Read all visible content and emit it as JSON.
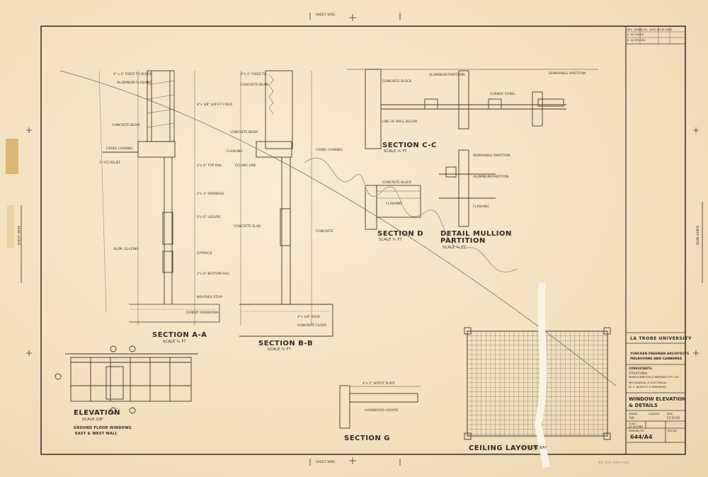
{
  "drawing": {
    "title_left": "SECTION A-A",
    "title_left_scale": "SCALE ¾ FT",
    "title_bb": "SECTION B-B",
    "title_bb_scale": "SCALE ¾ FT",
    "title_cc": "SECTION C-C",
    "title_cc_scale": "SCALE ¾ FT",
    "title_d": "SECTION D",
    "title_d_scale": "SCALE ¾ FT",
    "title_mullion_1": "DETAIL MULLION",
    "title_mullion_2": "PARTITION",
    "title_mullion_scale": "SCALE ¾ FT",
    "title_elev": "ELEVATION",
    "title_elev_scale": "SCALE 1/8\"",
    "elev_sub1": "GROUND FLOOR WINDOWS",
    "elev_sub2": "EAST & WEST WALL",
    "title_g": "SECTION G",
    "title_ceiling": "CEILING LAYOUT",
    "title_ceiling_scale": "TYPICAL BAY"
  },
  "notes": {
    "aa_1": "4\" x 2\" FIXED TO BLOCK",
    "aa_2": "ALUMINIUM FLASHING",
    "aa_3": "4\"x 3/8\" SOFFIT FIXED",
    "aa_4": "CONCRETE BEAM",
    "aa_5": "FIXING CHANNEL",
    "aa_6": "2\" ICE RELIEF",
    "aa_7": "2\"x 4\" TOP RAIL",
    "aa_8": "4\"x 3\" DRAINAGE",
    "aa_9": "2\"x 6\" LOUVRE",
    "aa_10": "ALUM. GLAZING",
    "aa_11": "GYPROCK",
    "aa_12": "2\"x 6\" BOTTOM RAIL",
    "aa_13": "WEATHER STRIP",
    "aa_14": "CEMENT RENDERING",
    "bb_1": "4\"x 2\" FIXED TO",
    "bb_2": "CONCRETE BEAM",
    "bb_3": "CONCRETE BEAM",
    "bb_4": "FLASHING",
    "bb_5": "CEILING LINE",
    "bb_6": "CONCRETE SLAB",
    "bb_7": "FIXING CHANNEL",
    "bb_8": "CONCRETE",
    "bb_9": "4\"x 3/8\" ROOF",
    "bb_10": "CONCRETE FLOOR",
    "cc_1": "REMOVABLE PARTITION",
    "cc_2": "ALUMINIUM PARTITION",
    "cc_3": "CONCRETE BLOCK",
    "cc_4": "LINE OF WALL BELOW",
    "cc_5": "CORNER FIXING",
    "d_1": "CONCRETE BLOCK",
    "d_2": "FLASHING",
    "mp_1": "REMOVABLE PARTITION",
    "mp_2": "ALUMINIUM PARTITION",
    "mp_3": "FLASHING",
    "g_1": "4\"x 2\" SOFFIT PLATE",
    "g_2": "HARDWOOD LOUVRE"
  },
  "border_notes": {
    "top": "SHEET WIRE",
    "bottom": "SHEET WIRE",
    "left": "SHEET WIRE",
    "right": "SHEET WIRE"
  },
  "title_block": {
    "rev_header": [
      "REV",
      "AMEND No.",
      "DATE",
      "INT",
      "BY",
      "DATE"
    ],
    "rev_row1": [
      "A",
      "AS ISSUED"
    ],
    "rev_row2": [
      "B",
      "AS REVISED"
    ],
    "client": "LA TROBE UNIVERSITY",
    "architect_1": "YUNCKEN FREEMAN ARCHITECTS",
    "architect_2": "MELBOURNE AND CANBERRA",
    "consultants_label": "CONSULTANTS:",
    "structural_label": "STRUCTURAL:",
    "structural_firm": "IRWIN JOHNSTON & PARTNERS PTY. LTD.",
    "mechanical_label": "MECHANICAL & ELECTRICAL:",
    "mechanical_firm": "W. E. BASSETT & PARTNERS",
    "sheet_title_1": "WINDOW ELEVATION",
    "sheet_title_2": "& DETAILS",
    "drawn_label": "DRAWN",
    "drawn_value": "T.W.",
    "checked_label": "CHECKED",
    "date_label": "DATE",
    "date_value": "22-10-63",
    "scale_label": "SCALE",
    "scale_value": "AS SHOWN",
    "drawing_no_label": "DRAWING NO.",
    "drawing_no": "644/A4",
    "rev_no_label": "REV. NO."
  },
  "stamp": "4R-524 [644-/A4]"
}
